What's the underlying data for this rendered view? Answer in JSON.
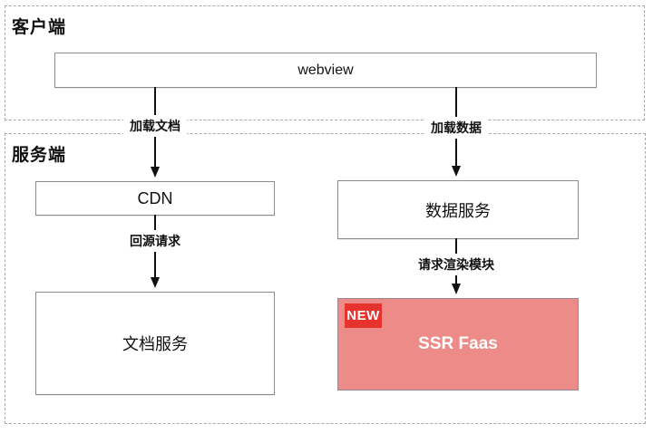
{
  "diagram": {
    "client_section": {
      "label": "客户端",
      "webview_label": "webview"
    },
    "server_section": {
      "label": "服务端",
      "cdn_label": "CDN",
      "data_service_label": "数据服务",
      "doc_service_label": "文档服务",
      "ssr_faas_label": "SSR Faas",
      "new_badge_label": "NEW"
    },
    "edges": {
      "load_document": "加载文档",
      "load_data": "加载数据",
      "back_to_origin": "回源请求",
      "request_render_module": "请求渲染模块"
    },
    "colors": {
      "ssr_fill": "#EC8B88",
      "badge_red": "#E6332D",
      "box_border": "#8C8C8C",
      "dashed_border": "#A9A9A9",
      "arrow": "#111111",
      "text": "#111111",
      "ssr_text": "#FFFFFF"
    }
  }
}
